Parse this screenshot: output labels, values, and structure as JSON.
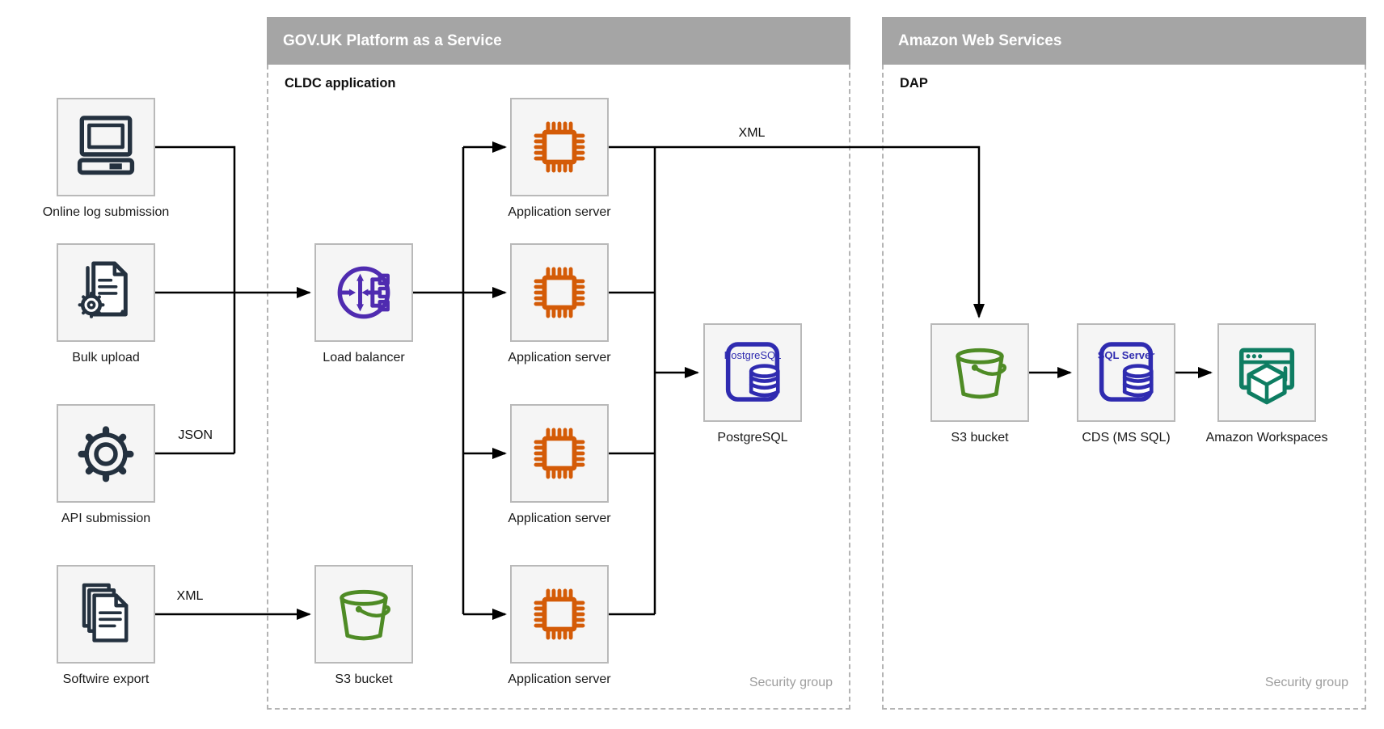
{
  "diagram": {
    "containers": {
      "paas": {
        "title": "GOV.UK Platform as a Service",
        "sublabel": "CLDC application",
        "footer": "Security group"
      },
      "aws": {
        "title": "Amazon Web Services",
        "sublabel": "DAP",
        "footer": "Security group"
      }
    },
    "nodes": {
      "online_log": {
        "label": "Online log submission",
        "icon": "desktop-computer-icon"
      },
      "bulk_upload": {
        "label": "Bulk upload",
        "icon": "document-gear-icon"
      },
      "api_submission": {
        "label": "API submission",
        "icon": "gear-icon"
      },
      "softwire_export": {
        "label": "Softwire export",
        "icon": "document-stack-icon"
      },
      "load_balancer": {
        "label": "Load balancer",
        "icon": "load-balancer-icon"
      },
      "app_server_1": {
        "label": "Application server",
        "icon": "chip-icon"
      },
      "app_server_2": {
        "label": "Application server",
        "icon": "chip-icon"
      },
      "app_server_3": {
        "label": "Application server",
        "icon": "chip-icon"
      },
      "app_server_4": {
        "label": "Application server",
        "icon": "chip-icon"
      },
      "s3_paas": {
        "label": "S3 bucket",
        "icon": "s3-bucket-icon"
      },
      "postgresql": {
        "label": "PostgreSQL",
        "icon": "postgresql-database-icon",
        "icon_text": "PostgreSQL"
      },
      "s3_aws": {
        "label": "S3 bucket",
        "icon": "s3-bucket-icon"
      },
      "cds": {
        "label": "CDS (MS SQL)",
        "icon": "sql-server-database-icon",
        "icon_text": "SQL Server"
      },
      "workspaces": {
        "label": "Amazon Workspaces",
        "icon": "workspaces-icon"
      }
    },
    "edge_labels": {
      "json_api": "JSON",
      "xml_export": "XML",
      "xml_feed": "XML"
    },
    "colors": {
      "header_bg": "#a5a5a5",
      "node_bg": "#f5f5f5",
      "node_border": "#b9b9b9",
      "line": "#000000",
      "navy": "#24313f",
      "orange": "#d45b07",
      "purple": "#4f2bb0",
      "green": "#4e8b25",
      "indigo": "#2f2bb0",
      "teal": "#0e7d62",
      "muted_text": "#9e9e9e"
    }
  }
}
